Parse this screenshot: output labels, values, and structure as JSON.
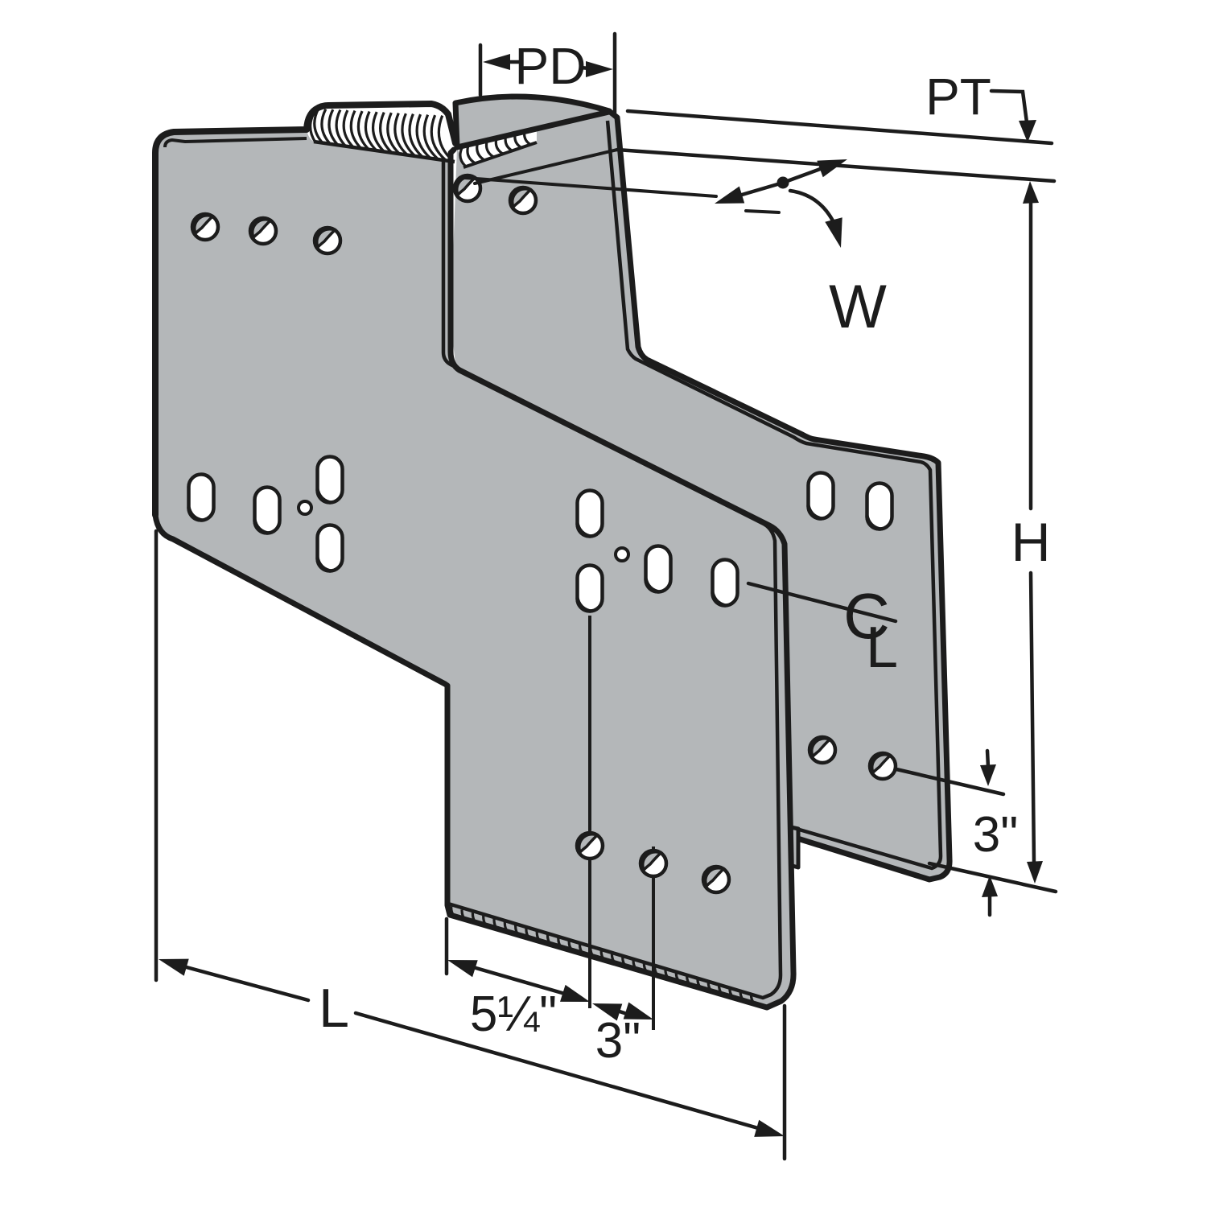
{
  "figure": {
    "type": "isometric line diagram of an offset Z-plate structural connector",
    "labels": {
      "pd": "PD",
      "pt": "PT",
      "w": "W",
      "h": "H",
      "l": "L",
      "dim_5_25_in": "5¼\"",
      "dim_3_in_bottom": "3\"",
      "dim_3_in_right": "3\"",
      "centerline_c": "C",
      "centerline_l": "L"
    },
    "colors": {
      "plate": "#b4b7b9",
      "ink": "#1c1c1c",
      "background": "#ffffff"
    }
  }
}
